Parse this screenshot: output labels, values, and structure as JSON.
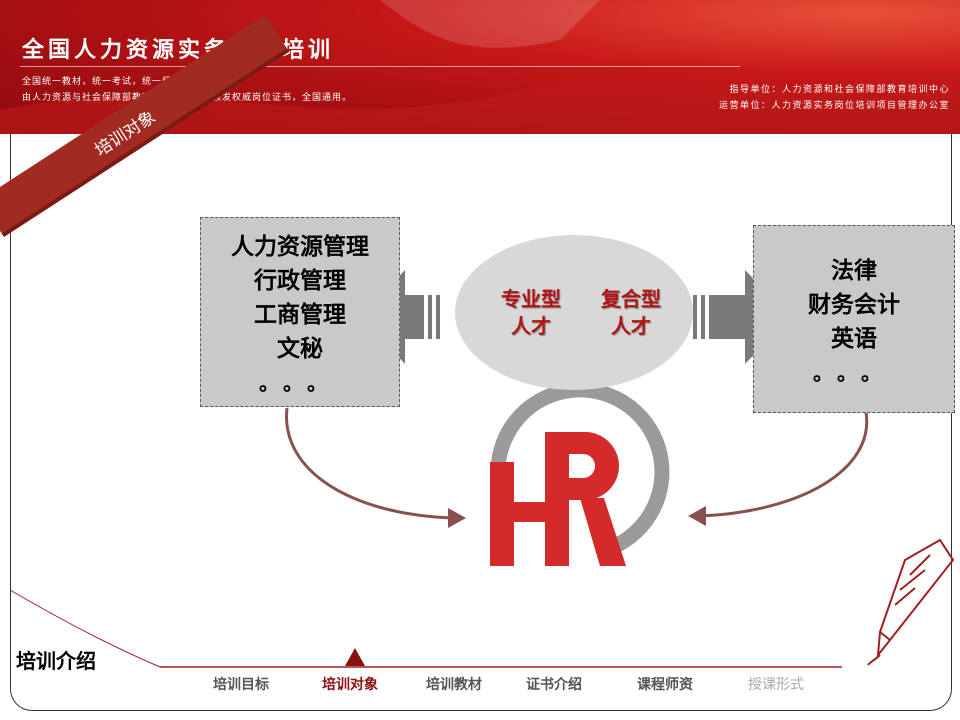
{
  "header": {
    "title": "全国人力资源实务岗位培训",
    "sub1": "全国统一教材，统一考试，统一师资，统一颁证",
    "sub2": "由人力资源与社会保障部教育培训中心统一颁发权威岗位证书，全国通用。",
    "guide": "指导单位：人力资源和社会保障部教育培训中心",
    "operate": "运营单位：人力资源实务岗位培训项目管理办公室"
  },
  "ribbon": {
    "label": "培训对象"
  },
  "left_box": {
    "lines": [
      "人力资源管理",
      "行政管理",
      "工商管理",
      "文秘"
    ],
    "dots": "。。。"
  },
  "right_box": {
    "lines": [
      "法律",
      "财务会计",
      "英语"
    ],
    "dots": "。。。"
  },
  "center": {
    "type1_a": "专业型",
    "type1_b": "人才",
    "type2_a": "复合型",
    "type2_b": "人才"
  },
  "logo": {
    "text": "HR"
  },
  "footer": {
    "section_title": "培训介绍",
    "nav": [
      "培训目标",
      "培训对象",
      "培训教材",
      "证书介绍",
      "课程师资",
      "授课形式"
    ],
    "active_index": 1
  },
  "colors": {
    "brand_red": "#c81818",
    "logo_red": "#d42a2a",
    "logo_gray": "#9a9a9a",
    "arrow_gray": "#7a7a7a"
  }
}
